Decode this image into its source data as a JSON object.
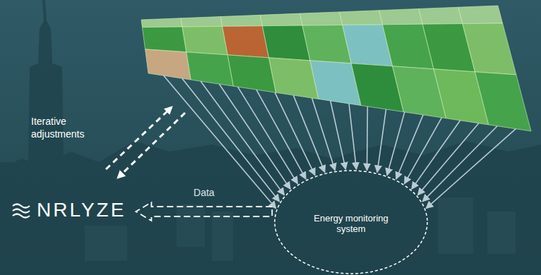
{
  "diagram": {
    "nodes": [
      {
        "text": [
          "NRLYZE"
        ]
      },
      {
        "text": [
          "Energy monitoring system"
        ]
      }
    ],
    "edges": [
      {
        "from": 1,
        "to": 0,
        "arrow": "to",
        "label": "Data"
      }
    ],
    "labels": [
      "Iterative adjustments"
    ]
  }
}
